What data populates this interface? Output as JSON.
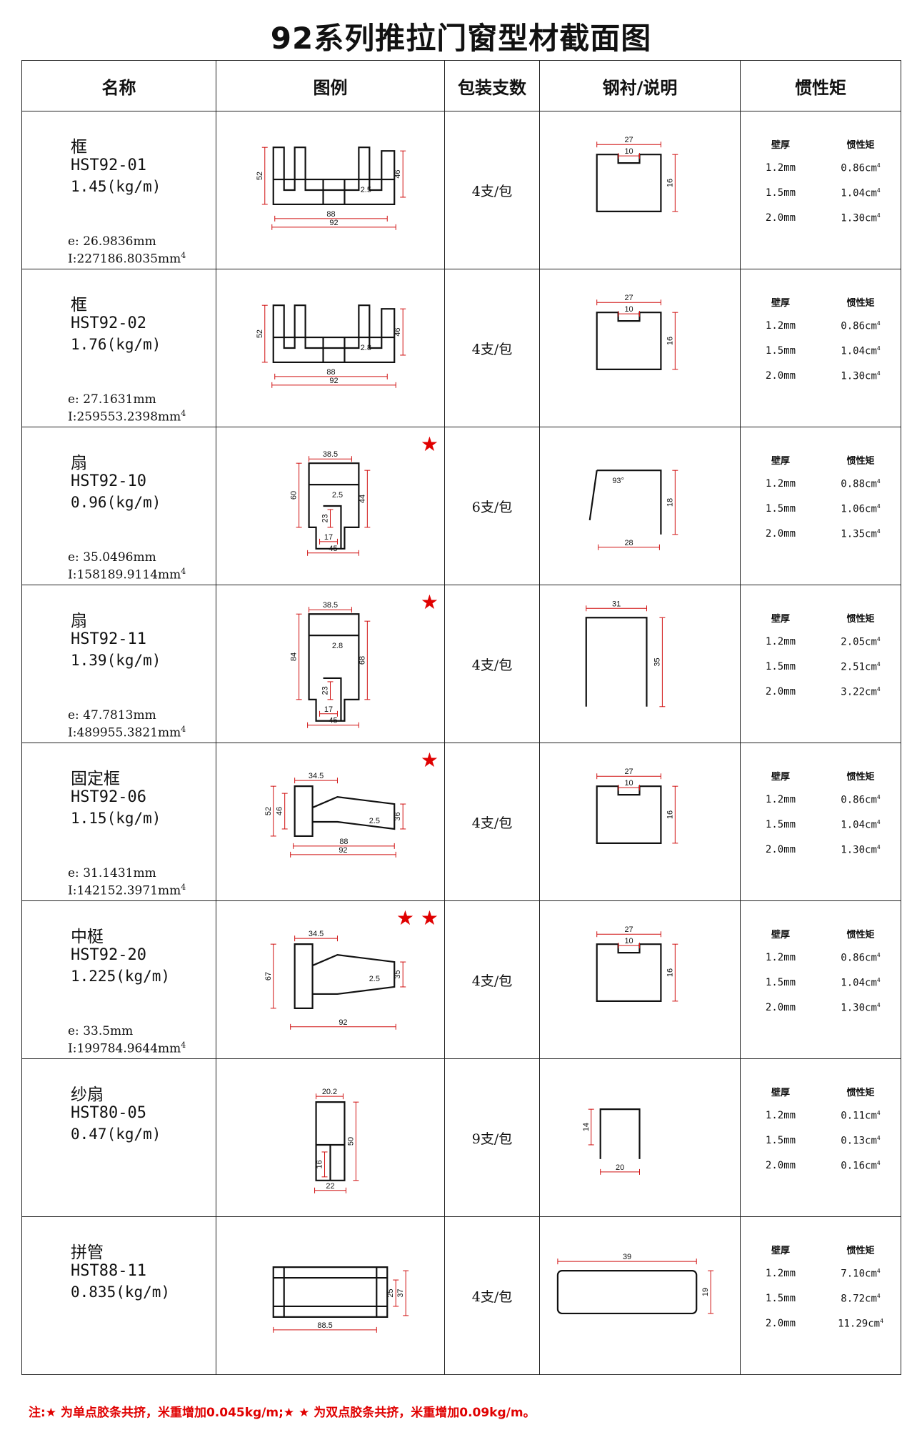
{
  "title": "92系列推拉门窗型材截面图",
  "headers": [
    "名称",
    "图例",
    "包装支数",
    "钢衬/说明",
    "惯性矩"
  ],
  "inertia_headers": [
    "壁厚",
    "惯性矩"
  ],
  "rows": [
    {
      "name": "框",
      "code": "HST92-01",
      "weight": "1.45(kg/m)",
      "e": "e: 26.9836mm",
      "i": "I:227186.8035mm",
      "pack": "4支/包",
      "stars": 0,
      "inertia": [
        [
          "1.2mm",
          "0.86cm"
        ],
        [
          "1.5mm",
          "1.04cm"
        ],
        [
          "2.0mm",
          "1.30cm"
        ]
      ],
      "dims": {
        "w1": "88",
        "w2": "92",
        "h1": "52",
        "h2": "46",
        "t": "2.5"
      },
      "steel": {
        "w": "27",
        "n": "10",
        "h": "16"
      }
    },
    {
      "name": "框",
      "code": "HST92-02",
      "weight": "1.76(kg/m)",
      "e": "e: 27.1631mm",
      "i": "I:259553.2398mm",
      "pack": "4支/包",
      "stars": 0,
      "inertia": [
        [
          "1.2mm",
          "0.86cm"
        ],
        [
          "1.5mm",
          "1.04cm"
        ],
        [
          "2.0mm",
          "1.30cm"
        ]
      ],
      "dims": {
        "w1": "88",
        "w2": "92",
        "h1": "52",
        "h2": "46",
        "t": "2.8"
      },
      "steel": {
        "w": "27",
        "n": "10",
        "h": "16"
      }
    },
    {
      "name": "扇",
      "code": "HST92-10",
      "weight": "0.96(kg/m)",
      "e": "e: 35.0496mm",
      "i": "I:158189.9114mm",
      "pack": "6支/包",
      "stars": 1,
      "inertia": [
        [
          "1.2mm",
          "0.88cm"
        ],
        [
          "1.5mm",
          "1.06cm"
        ],
        [
          "2.0mm",
          "1.35cm"
        ]
      ],
      "dims": {
        "top": "38.5",
        "h1": "60",
        "h2": "44",
        "t": "2.5",
        "m": "23",
        "b1": "17",
        "b2": "45"
      },
      "steel": {
        "w": "28",
        "h": "18",
        "a": "93°"
      }
    },
    {
      "name": "扇",
      "code": "HST92-11",
      "weight": "1.39(kg/m)",
      "e": "e: 47.7813mm",
      "i": "I:489955.3821mm",
      "pack": "4支/包",
      "stars": 1,
      "inertia": [
        [
          "1.2mm",
          "2.05cm"
        ],
        [
          "1.5mm",
          "2.51cm"
        ],
        [
          "2.0mm",
          "3.22cm"
        ]
      ],
      "dims": {
        "top": "38.5",
        "h1": "84",
        "h2": "68",
        "t": "2.8",
        "m": "23",
        "b1": "17",
        "b2": "45"
      },
      "steel": {
        "w": "31",
        "h": "35"
      }
    },
    {
      "name": "固定框",
      "code": "HST92-06",
      "weight": "1.15(kg/m)",
      "e": "e: 31.1431mm",
      "i": "I:142152.3971mm",
      "pack": "4支/包",
      "stars": 1,
      "inertia": [
        [
          "1.2mm",
          "0.86cm"
        ],
        [
          "1.5mm",
          "1.04cm"
        ],
        [
          "2.0mm",
          "1.30cm"
        ]
      ],
      "dims": {
        "top": "34.5",
        "h1": "52",
        "h2": "46",
        "t": "2.5",
        "r": "36",
        "w1": "88",
        "w2": "92"
      },
      "steel": {
        "w": "27",
        "n": "10",
        "h": "16"
      }
    },
    {
      "name": "中梃",
      "code": "HST92-20",
      "weight": "1.225(kg/m)",
      "e": "e: 33.5mm",
      "i": "I:199784.9644mm",
      "pack": "4支/包",
      "stars": 2,
      "inertia": [
        [
          "1.2mm",
          "0.86cm"
        ],
        [
          "1.5mm",
          "1.04cm"
        ],
        [
          "2.0mm",
          "1.30cm"
        ]
      ],
      "dims": {
        "top": "34.5",
        "h1": "67",
        "t": "2.5",
        "r": "35",
        "w2": "92"
      },
      "steel": {
        "w": "27",
        "n": "10",
        "h": "16"
      }
    },
    {
      "name": "纱扇",
      "code": "HST80-05",
      "weight": "0.47(kg/m)",
      "e": "",
      "i": "",
      "pack": "9支/包",
      "stars": 0,
      "inertia": [
        [
          "1.2mm",
          "0.11cm"
        ],
        [
          "1.5mm",
          "0.13cm"
        ],
        [
          "2.0mm",
          "0.16cm"
        ]
      ],
      "dims": {
        "top": "20.2",
        "h1": "50",
        "m": "16",
        "b": "22"
      },
      "steel": {
        "w": "20",
        "h": "14"
      }
    },
    {
      "name": "拼管",
      "code": "HST88-11",
      "weight": "0.835(kg/m)",
      "e": "",
      "i": "",
      "pack": "4支/包",
      "stars": 0,
      "inertia": [
        [
          "1.2mm",
          "7.10cm"
        ],
        [
          "1.5mm",
          "8.72cm"
        ],
        [
          "2.0mm",
          "11.29cm"
        ]
      ],
      "dims": {
        "w": "88.5",
        "h1": "25",
        "h2": "37"
      },
      "steel": {
        "w": "39",
        "h": "19"
      }
    }
  ],
  "footnote": "注:★ 为单点胶条共挤，米重增加0.045kg/m;★ ★ 为双点胶条共挤，米重增加0.09kg/m。",
  "colors": {
    "dim": "#d01010",
    "star": "#e00000",
    "line": "#222222"
  }
}
